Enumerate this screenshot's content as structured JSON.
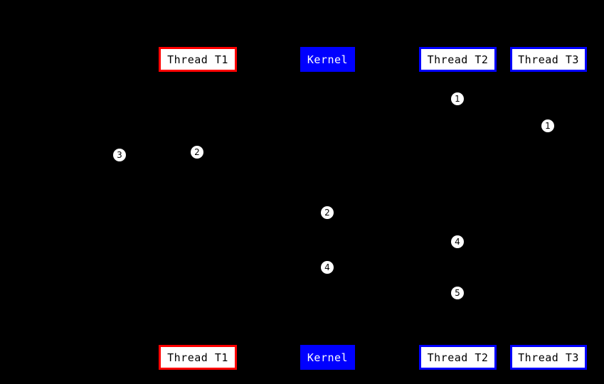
{
  "diagram": {
    "title": "thread-kernel sequence diagram",
    "colors": {
      "background": "#000000",
      "thread_t1_border": "#ff0000",
      "kernel_fill": "#0000ff",
      "thread_t2_border": "#0000ff",
      "thread_t3_border": "#0000ff",
      "box_fill": "#ffffff",
      "box_text": "#000000",
      "kernel_text": "#ffffff",
      "marker_fill": "#ffffff",
      "marker_text": "#000000"
    },
    "top_boxes": [
      {
        "label": "Thread T1"
      },
      {
        "label": "Kernel"
      },
      {
        "label": "Thread T2"
      },
      {
        "label": "Thread T3"
      }
    ],
    "bottom_boxes": [
      {
        "label": "Thread T1"
      },
      {
        "label": "Kernel"
      },
      {
        "label": "Thread T2"
      },
      {
        "label": "Thread T3"
      }
    ],
    "markers": [
      {
        "num": "1"
      },
      {
        "num": "1"
      },
      {
        "num": "3"
      },
      {
        "num": "2"
      },
      {
        "num": "2"
      },
      {
        "num": "4"
      },
      {
        "num": "4"
      },
      {
        "num": "5"
      }
    ]
  }
}
